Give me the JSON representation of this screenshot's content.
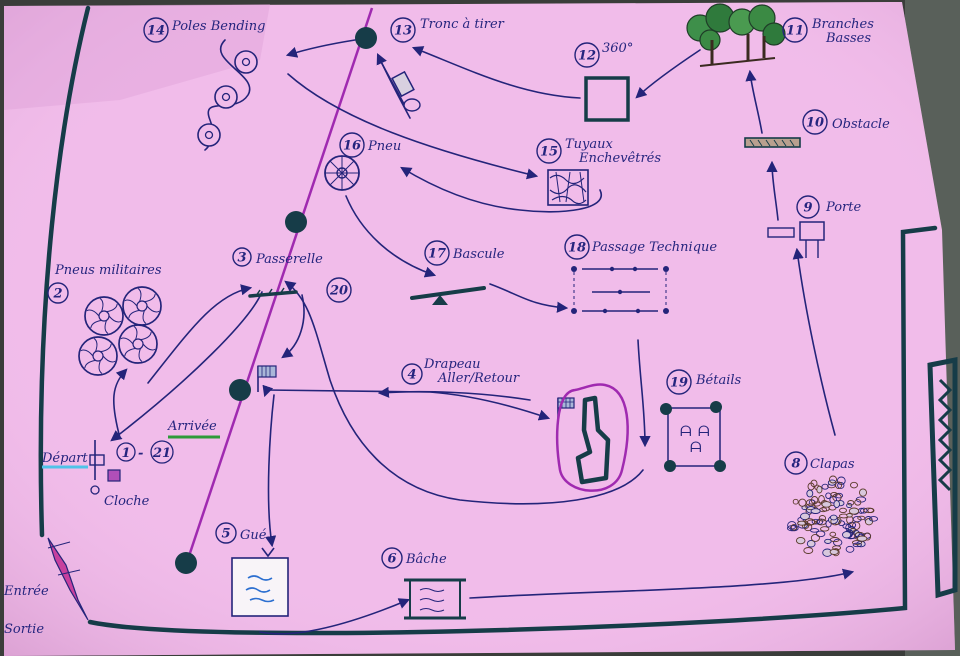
{
  "map": {
    "paper_color": "#f1bcea",
    "ink_color": "#24247a",
    "border_color": "#163c48",
    "route_color": "#a02ab0"
  },
  "start": {
    "label": "Départ",
    "number": "1",
    "underline_color": "#4fc3e8"
  },
  "finish": {
    "label": "Arrivée",
    "number": "21",
    "underline_color": "#2e9a3a"
  },
  "bell": {
    "label": "Cloche"
  },
  "entry": {
    "entree": "Entrée",
    "sortie": "Sortie"
  },
  "stations": [
    {
      "num": "2",
      "label": "Pneus militaires",
      "icon": "tyres-icon"
    },
    {
      "num": "3",
      "label": "Passerelle",
      "icon": "walkway-icon"
    },
    {
      "num": "4",
      "label": "Drapeau Aller/Retour",
      "line2": "",
      "icon": "flag-icon"
    },
    {
      "num": "5",
      "label": "Gué",
      "icon": "ford-icon"
    },
    {
      "num": "6",
      "label": "Bâche",
      "icon": "tarp-icon"
    },
    {
      "num": "8",
      "label": "Clapas",
      "icon": "stones-icon"
    },
    {
      "num": "9",
      "label": "Porte",
      "icon": "gate-icon"
    },
    {
      "num": "10",
      "label": "Obstacle",
      "icon": "obstacle-icon"
    },
    {
      "num": "11",
      "label": "Branches Basses",
      "icon": "trees-icon"
    },
    {
      "num": "12",
      "label": "360°",
      "icon": "square-icon"
    },
    {
      "num": "13",
      "label": "Tronc à tirer",
      "icon": "log-icon"
    },
    {
      "num": "14",
      "label": "Poles Bending",
      "icon": "poles-icon"
    },
    {
      "num": "15",
      "label": "Tuyaux Enchevêtrés",
      "icon": "pipes-icon"
    },
    {
      "num": "16",
      "label": "Pneu",
      "icon": "tyre-icon"
    },
    {
      "num": "17",
      "label": "Bascule",
      "icon": "seesaw-icon"
    },
    {
      "num": "18",
      "label": "Passage Technique",
      "icon": "poles-grid-icon"
    },
    {
      "num": "19",
      "label": "Bétails",
      "icon": "cattle-icon"
    },
    {
      "num": "20",
      "label": "",
      "icon": ""
    }
  ]
}
